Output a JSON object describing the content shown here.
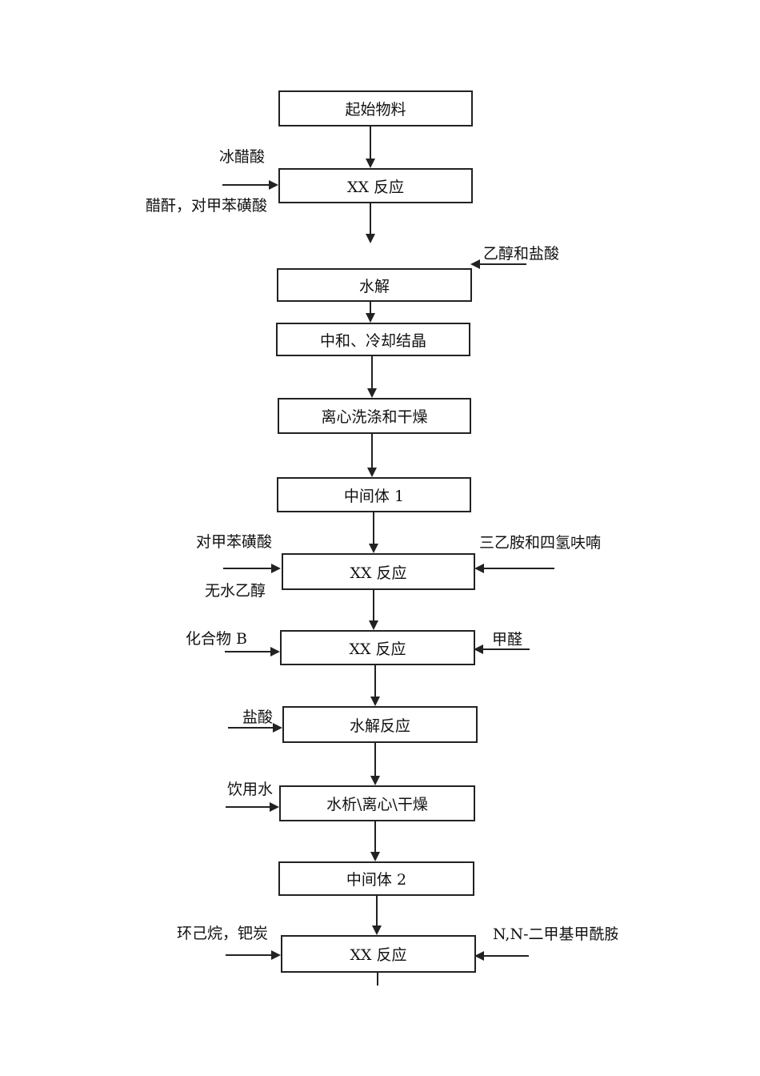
{
  "steps": [
    "起始物料",
    "XX 反应",
    "水解",
    "中和、冷却结晶",
    "离心洗涤和干燥",
    "中间体 1",
    "XX 反应",
    "XX 反应",
    "水解反应",
    "水析\\离心\\干燥",
    "中间体 2",
    "XX 反应"
  ],
  "inputs": {
    "glacial_acetic_acid": "冰醋酸",
    "acetic_anhydride_tsa": "醋酐，对甲苯磺酸",
    "ethanol_hcl": "乙醇和盐酸",
    "tsa": "对甲苯磺酸",
    "anhydrous_ethanol": "无水乙醇",
    "triethylamine_thf": "三乙胺和四氢呋喃",
    "compound_b": "化合物 B",
    "formaldehyde": "甲醛",
    "hydrochloric_acid": "盐酸",
    "drinking_water": "饮用水",
    "cyclohexane_pd_c": "环己烷，钯炭",
    "dmf": "N,N-二甲基甲酰胺"
  }
}
